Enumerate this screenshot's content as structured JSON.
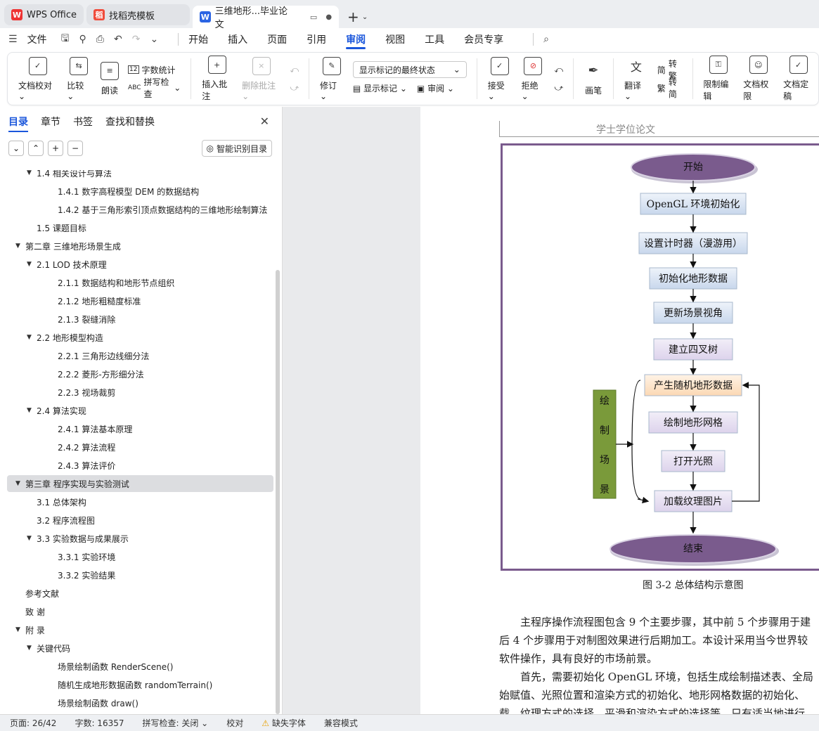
{
  "window": {
    "tabs": [
      {
        "label": "WPS Office"
      },
      {
        "label": "找稻壳模板"
      },
      {
        "label": "三维地形...毕业论文"
      }
    ]
  },
  "menu": {
    "file": "文件",
    "items": [
      "开始",
      "插入",
      "页面",
      "引用",
      "审阅",
      "视图",
      "工具",
      "会员专享"
    ],
    "active": "审阅"
  },
  "ribbon": {
    "doc_check": "文档校对",
    "compare": "比较",
    "read_aloud": "朗读",
    "word_count": "字数统计",
    "spell_check": "拼写检查",
    "insert_comment": "插入批注",
    "delete_comment": "删除批注",
    "revise": "修订",
    "display_state": "显示标记的最终状态",
    "show_markup": "显示标记",
    "review": "审阅",
    "accept": "接受",
    "reject": "拒绝",
    "brush": "画笔",
    "translate": "翻译",
    "to_traditional": "转繁",
    "to_simplified": "转简",
    "restrict_edit": "限制编辑",
    "doc_permission": "文档权限",
    "doc_final": "文档定稿"
  },
  "sidebar": {
    "tabs": [
      "目录",
      "章节",
      "书签",
      "查找和替换"
    ],
    "smart_toc": "智能识别目录",
    "toc": [
      {
        "label": "1.4  相关设计与算法",
        "level": 2,
        "expanded": true
      },
      {
        "label": "1.4.1  数字高程模型 DEM 的数据结构",
        "level": 3
      },
      {
        "label": "1.4.2  基于三角形索引顶点数据结构的三维地形绘制算法",
        "level": 3
      },
      {
        "label": "1.5  课题目标",
        "level": 2
      },
      {
        "label": "第二章  三维地形场景生成",
        "level": 1,
        "expanded": true
      },
      {
        "label": "2.1 LOD 技术原理",
        "level": 2,
        "expanded": true
      },
      {
        "label": "2.1.1  数据结构和地形节点组织",
        "level": 3
      },
      {
        "label": "2.1.2  地形粗糙度标准",
        "level": 3
      },
      {
        "label": "2.1.3  裂缝消除",
        "level": 3
      },
      {
        "label": "2.2  地形模型构造",
        "level": 2,
        "expanded": true
      },
      {
        "label": "2.2.1  三角形边线细分法",
        "level": 3
      },
      {
        "label": "2.2.2  菱形-方形细分法",
        "level": 3
      },
      {
        "label": "2.2.3  视场裁剪",
        "level": 3
      },
      {
        "label": "2.4  算法实现",
        "level": 2,
        "expanded": true
      },
      {
        "label": "2.4.1  算法基本原理",
        "level": 3
      },
      {
        "label": "2.4.2  算法流程",
        "level": 3
      },
      {
        "label": "2.4.3  算法评价",
        "level": 3
      },
      {
        "label": "第三章  程序实现与实验测试",
        "level": 1,
        "expanded": true,
        "selected": true
      },
      {
        "label": "3.1  总体架构",
        "level": 2
      },
      {
        "label": "3.2  程序流程图",
        "level": 2
      },
      {
        "label": "3.3  实验数据与成果展示",
        "level": 2,
        "expanded": true
      },
      {
        "label": "3.3.1  实验环境",
        "level": 3
      },
      {
        "label": "3.3.2  实验结果",
        "level": 3
      },
      {
        "label": "参考文献",
        "level": 1
      },
      {
        "label": "致    谢",
        "level": 1
      },
      {
        "label": "附    录",
        "level": 1,
        "expanded": true
      },
      {
        "label": "关键代码",
        "level": 2,
        "expanded": true
      },
      {
        "label": "场景绘制函数 RenderScene()",
        "level": 3
      },
      {
        "label": "随机生成地形数据函数 randomTerrain()",
        "level": 3
      },
      {
        "label": "场景绘制函数 draw()",
        "level": 3
      }
    ]
  },
  "document": {
    "header": "学士学位论文",
    "flowchart": {
      "start": "开始",
      "steps": [
        "OpenGL 环境初始化",
        "设置计时器（漫游用）",
        "初始化地形数据",
        "更新场景视角",
        "建立四叉树",
        "产生随机地形数据",
        "绘制地形网格",
        "打开光照",
        "加载纹理图片"
      ],
      "end": "结束",
      "side_label": [
        "绘",
        "制",
        "场",
        "景"
      ]
    },
    "caption": "图 3-2        总体结构示意图",
    "paragraphs": [
      "主程序操作流程图包含 9 个主要步骤，其中前 5 个步骤用于建",
      "后 4 个步骤用于对制图效果进行后期加工。本设计采用当今世界较",
      "软件操作，具有良好的市场前景。",
      "首先，需要初始化 OpenGL 环境，包括生成绘制描述表、全局",
      "始赋值、光照位置和渲染方式的初始化、地形网格数据的初始化、",
      "载、纹理方式的选择、平滑和渲染方式的选择等，只有适当地进行"
    ]
  },
  "status": {
    "page": "页面: 26/42",
    "words": "字数: 16357",
    "spell": "拼写检查: 关闭",
    "proof": "校对",
    "missing_font": "缺失字体",
    "compat": "兼容模式"
  },
  "colors": {
    "accent": "#1a56db",
    "flow_box": "#dce6f4",
    "flow_oval": "#7a5b8d",
    "side_bar": "#7a9a3a",
    "highlight_box": "#fde3c8"
  }
}
